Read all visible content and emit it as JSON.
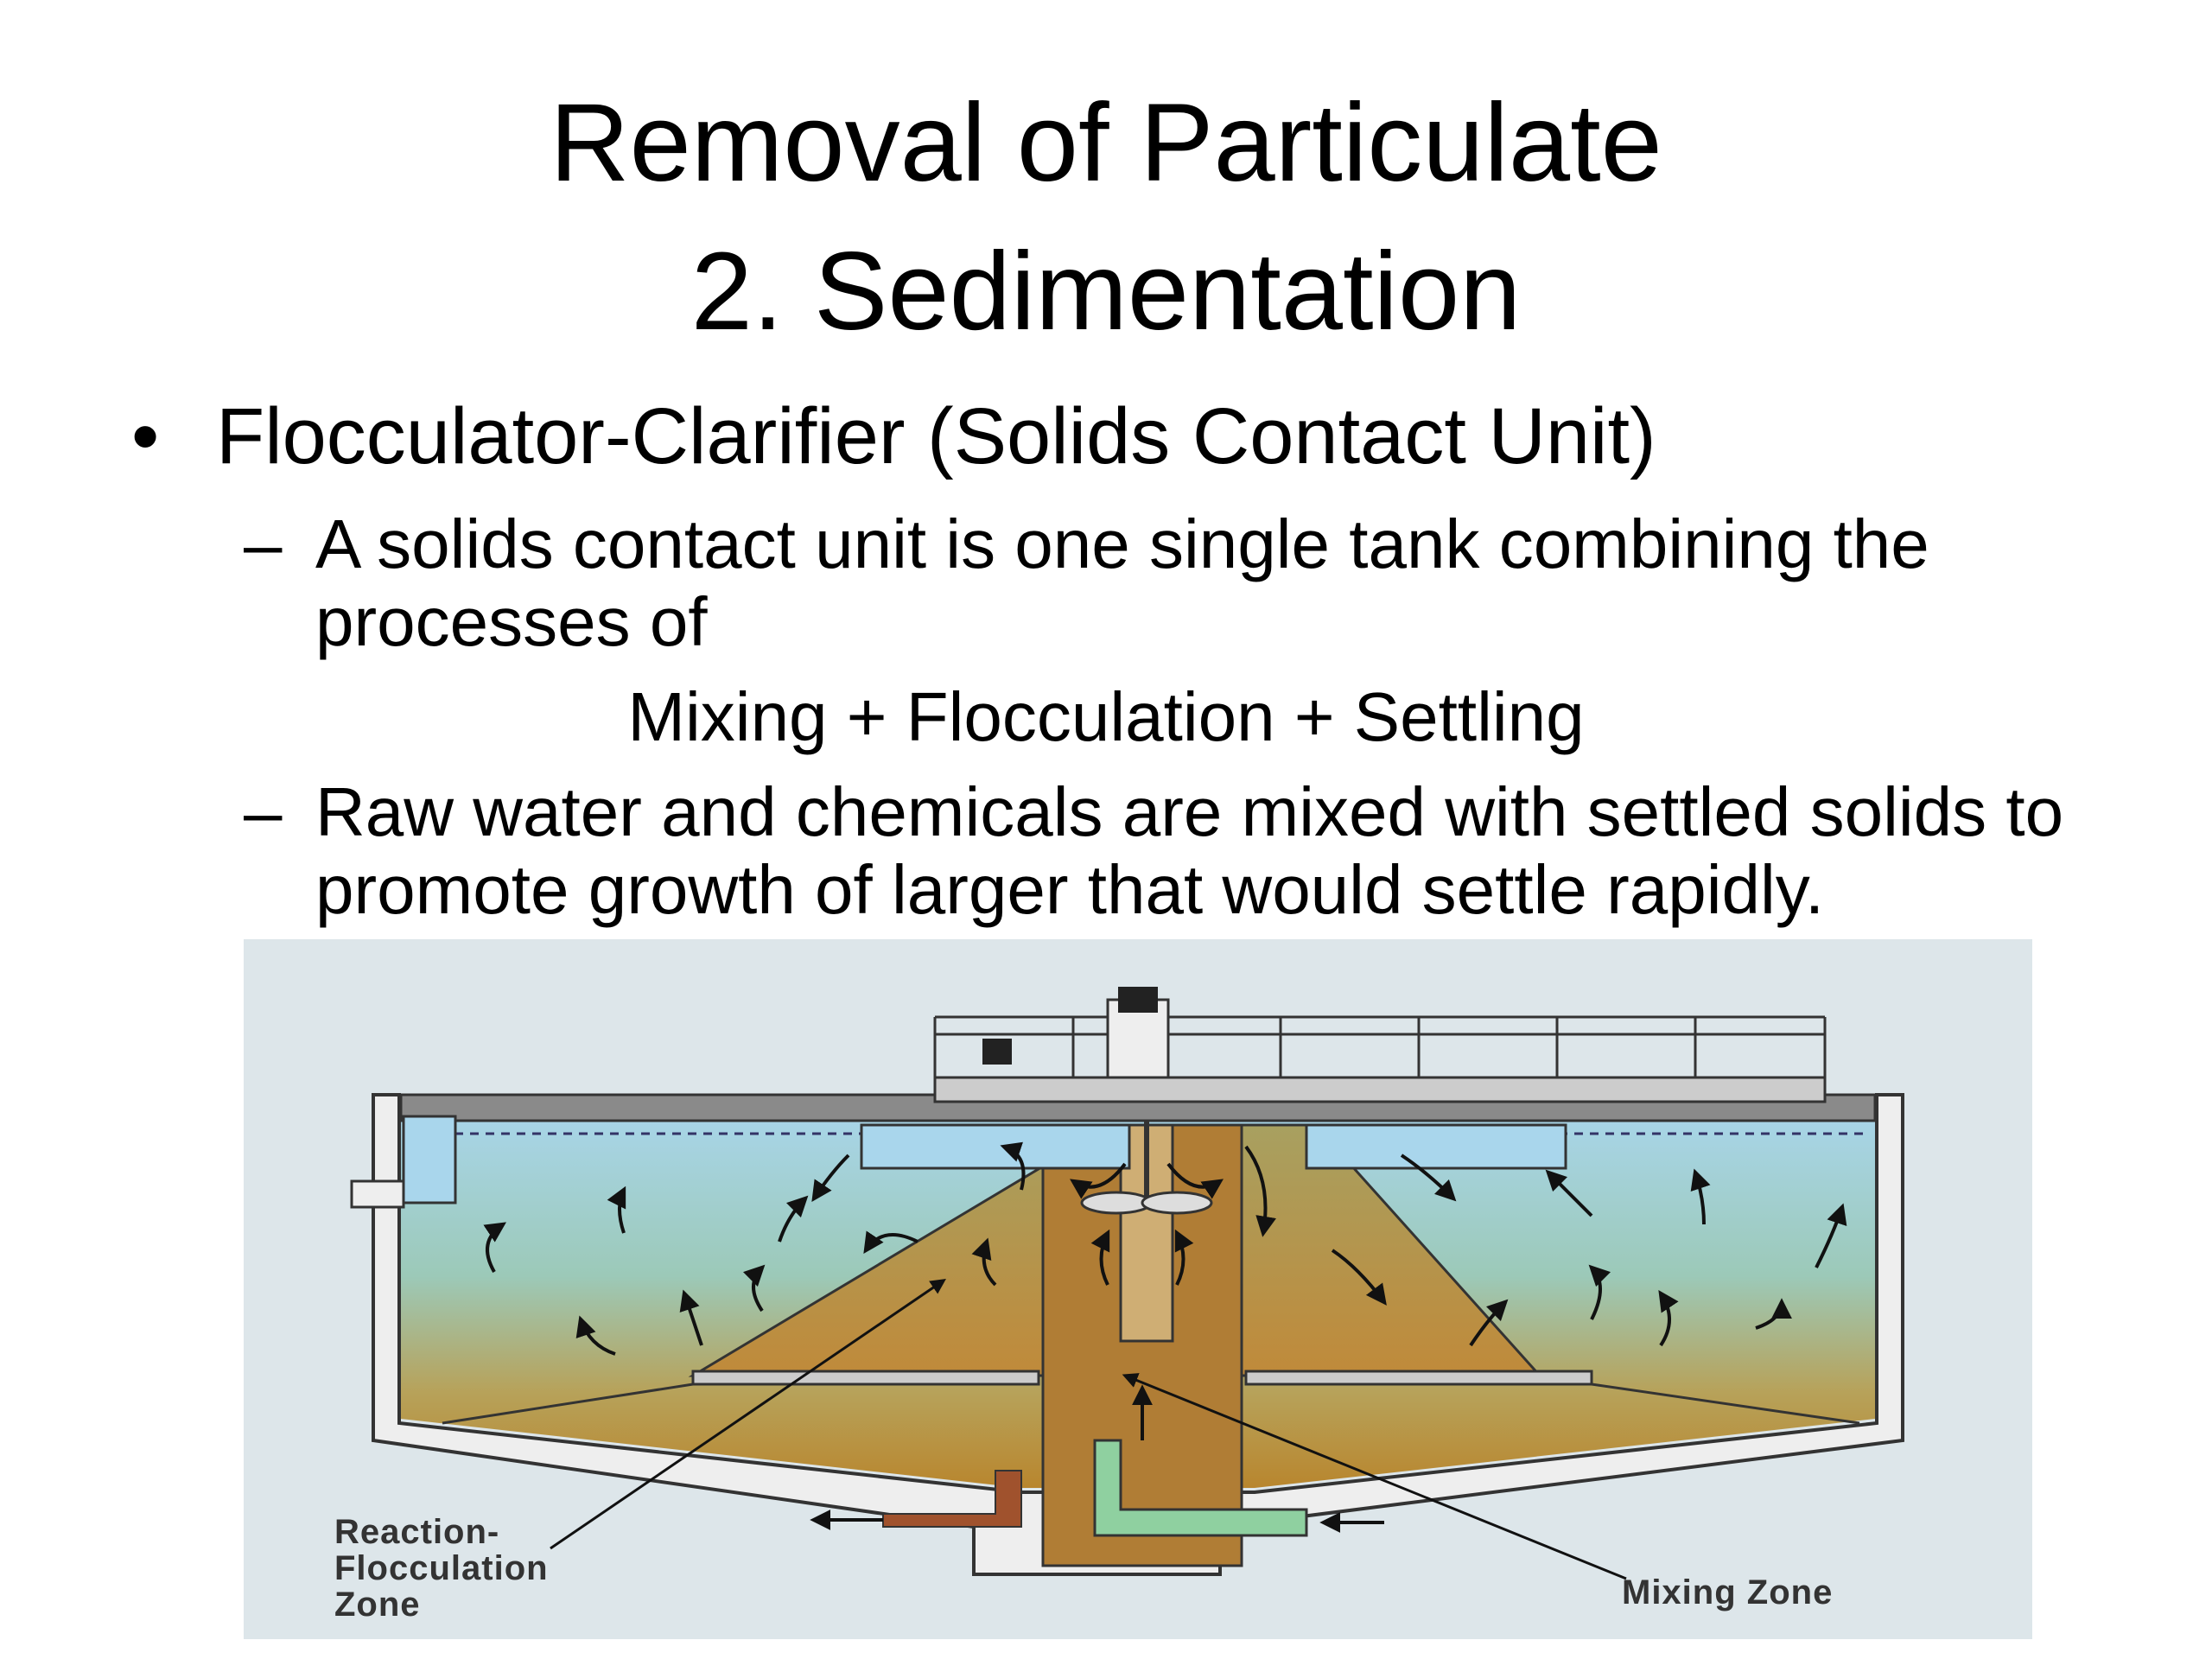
{
  "slide": {
    "title_line1": "Removal of Particulate",
    "title_line2": "2. Sedimentation",
    "bullet_marker": "•",
    "dash_marker": "–",
    "bullet1": "Flocculator-Clarifier (Solids Contact Unit)",
    "sub1": "A solids contact unit is one single tank combining the processes of",
    "sub1_center": "Mixing + Flocculation + Settling",
    "sub2": "Raw water and chemicals are mixed with settled solids to promote growth of larger that would settle rapidly."
  },
  "diagram": {
    "label_reaction": [
      "Reaction-",
      "Flocculation",
      "Zone"
    ],
    "label_mixing": "Mixing Zone",
    "colors": {
      "background": "#dde6ea",
      "water_top": "#a9d6ec",
      "sludge_bottom": "#b8862e",
      "cone": "#b48a4a",
      "concrete": "#eeeeee",
      "inlet_pipe": "#8fd0a0",
      "outlet_pipe": "#a0522d"
    }
  }
}
